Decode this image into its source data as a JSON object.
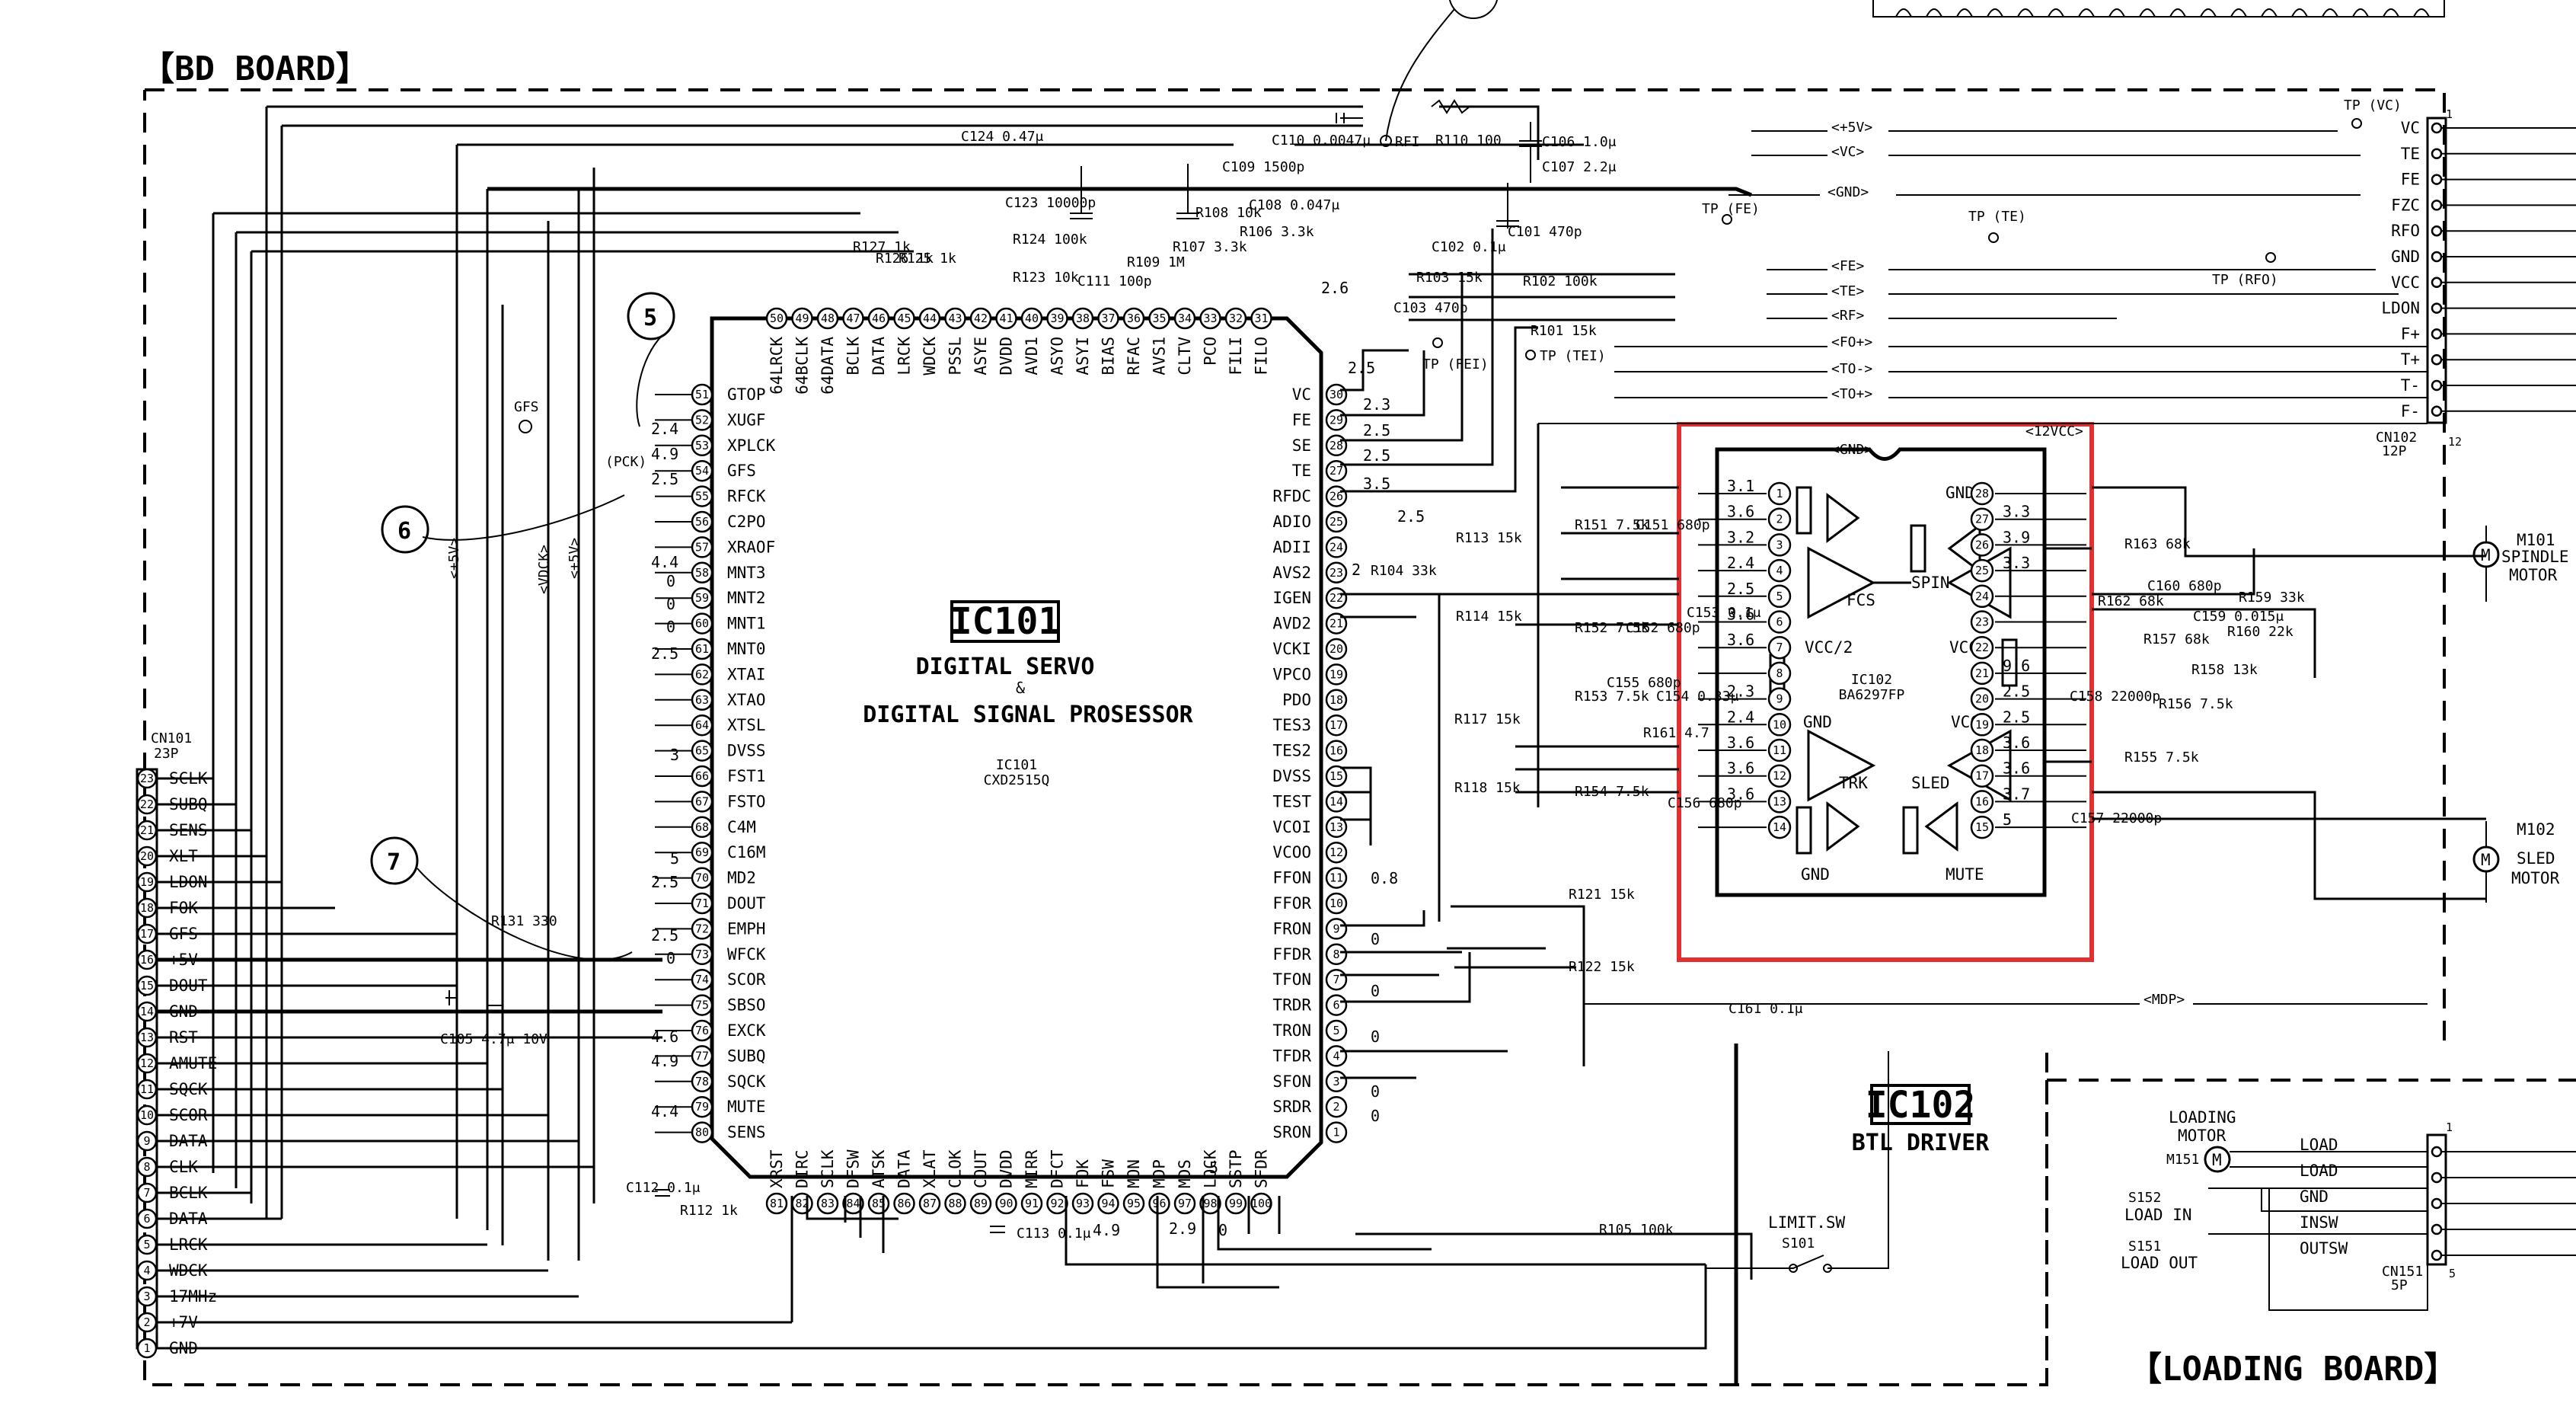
{
  "boards": {
    "bd": "【BD BOARD】",
    "loading": "【LOADING BOARD】"
  },
  "ic101": {
    "ref": "IC101",
    "desc1": "DIGITAL SERVO",
    "amp": "&",
    "desc2": "DIGITAL SIGNAL PROSESSOR",
    "sub": "IC101",
    "part": "CXD2515Q",
    "pins_left": [
      "GTOP",
      "XUGF",
      "XPLCK",
      "GFS",
      "RFCK",
      "C2PO",
      "XRAOF",
      "MNT3",
      "MNT2",
      "MNT1",
      "MNT0",
      "XTAI",
      "XTAO",
      "XTSL",
      "DVSS",
      "FST1",
      "FSTO",
      "C4M",
      "C16M",
      "MD2",
      "DOUT",
      "EMPH",
      "WFCK",
      "SCOR",
      "SBSO",
      "EXCK",
      "SUBQ",
      "SQCK",
      "MUTE",
      "SENS"
    ],
    "pins_left_num": [
      "51",
      "52",
      "53",
      "54",
      "55",
      "56",
      "57",
      "58",
      "59",
      "60",
      "61",
      "62",
      "63",
      "64",
      "65",
      "66",
      "67",
      "68",
      "69",
      "70",
      "71",
      "72",
      "73",
      "74",
      "75",
      "76",
      "77",
      "78",
      "79",
      "80"
    ],
    "pins_right": [
      "VC",
      "FE",
      "SE",
      "TE",
      "RFDC",
      "ADIO",
      "ADII",
      "AVS2",
      "IGEN",
      "AVD2",
      "VCKI",
      "VPCO",
      "PDO",
      "TES3",
      "TES2",
      "DVSS",
      "TEST",
      "VCOI",
      "VCOO",
      "FFON",
      "FFOR",
      "FRON",
      "FFDR",
      "TFON",
      "TRDR",
      "TRON",
      "TFDR",
      "SFON",
      "SRDR",
      "SRON"
    ],
    "pins_right_num": [
      "30",
      "29",
      "28",
      "27",
      "26",
      "25",
      "24",
      "23",
      "22",
      "21",
      "20",
      "19",
      "18",
      "17",
      "16",
      "15",
      "14",
      "13",
      "12",
      "11",
      "10",
      "9",
      "8",
      "7",
      "6",
      "5",
      "4",
      "3",
      "2",
      "1"
    ],
    "pins_top": [
      "64LRCK",
      "64BCLK",
      "64DATA",
      "BCLK",
      "DATA",
      "LRCK",
      "WDCK",
      "PSSL",
      "ASYE",
      "DVDD",
      "AVD1",
      "ASYO",
      "ASYI",
      "BIAS",
      "RFAC",
      "AVS1",
      "CLTV",
      "PCO",
      "FILI",
      "FILO"
    ],
    "pins_top_num": [
      "50",
      "49",
      "48",
      "47",
      "46",
      "45",
      "44",
      "43",
      "42",
      "41",
      "40",
      "39",
      "38",
      "37",
      "36",
      "35",
      "34",
      "33",
      "32",
      "31"
    ],
    "pins_bottom": [
      "XRST",
      "DIRC",
      "SCLK",
      "DFSW",
      "ATSK",
      "DATA",
      "XLAT",
      "CLOK",
      "COUT",
      "DVDD",
      "MIRR",
      "DFCT",
      "FOK",
      "FSW",
      "MON",
      "MDP",
      "MDS",
      "LOCK",
      "SSTP",
      "SFDR"
    ],
    "pins_bottom_num": [
      "81",
      "82",
      "83",
      "84",
      "85",
      "86",
      "87",
      "88",
      "89",
      "90",
      "91",
      "92",
      "93",
      "94",
      "95",
      "96",
      "97",
      "98",
      "99",
      "100"
    ]
  },
  "ic102": {
    "ref": "IC102",
    "desc": "BTL DRIVER",
    "sub": "IC102",
    "part": "BA6297FP",
    "labels": {
      "fcs": "FCS",
      "spin": "SPIN",
      "trk": "TRK",
      "sled": "SLED",
      "vcc_half": "VCC/2",
      "vcc": "VCC",
      "gnd": "GND",
      "mute": "MUTE"
    },
    "pins_left_num": [
      "1",
      "2",
      "3",
      "4",
      "5",
      "6",
      "7",
      "8",
      "9",
      "10",
      "11",
      "12",
      "13",
      "14"
    ],
    "pins_right_num": [
      "28",
      "27",
      "26",
      "25",
      "24",
      "23",
      "22",
      "21",
      "20",
      "19",
      "18",
      "17",
      "16",
      "15"
    ],
    "volts_left": [
      "3.1",
      "3.6",
      "3.2",
      "2.4",
      "2.5",
      "3.6",
      "3.6",
      "",
      "2.3",
      "2.4",
      "3.6",
      "3.6",
      "3.6",
      ""
    ],
    "volts_right": [
      "",
      "3.3",
      "3.9",
      "3.3",
      "",
      "",
      "",
      "9.6",
      "2.5",
      "2.5",
      "3.6",
      "3.6",
      "3.7",
      "5"
    ]
  },
  "cn101": {
    "ref": "CN101",
    "size": "23P",
    "pins": [
      "SCLK",
      "SUBQ",
      "SENS",
      "XLT",
      "LDON",
      "FOK",
      "GFS",
      "+5V",
      "DOUT",
      "GND",
      "RST",
      "AMUTE",
      "SQCK",
      "SCOR",
      "DATA",
      "CLK",
      "BCLK",
      "DATA",
      "LRCK",
      "WDCK",
      "17MHz",
      "+7V",
      "GND"
    ],
    "nums": [
      "23",
      "22",
      "21",
      "20",
      "19",
      "18",
      "17",
      "16",
      "15",
      "14",
      "13",
      "12",
      "11",
      "10",
      "9",
      "8",
      "7",
      "6",
      "5",
      "4",
      "3",
      "2",
      "1"
    ]
  },
  "cn102": {
    "ref": "CN102",
    "size": "12P",
    "pins": [
      "VC",
      "TE",
      "FE",
      "FZC",
      "RFO",
      "GND",
      "VCC",
      "LDON",
      "F+",
      "T+",
      "T-",
      "F-"
    ],
    "first": "1",
    "last": "12"
  },
  "cn151": {
    "ref": "CN151",
    "size": "5P",
    "pins": [
      "LOAD",
      "LOAD",
      "GND",
      "INSW",
      "OUTSW"
    ],
    "first": "1",
    "last": "5"
  },
  "motors": {
    "m101": {
      "ref": "M101",
      "name1": "SPINDLE",
      "name2": "MOTOR"
    },
    "m102": {
      "ref": "M102",
      "name1": "SLED",
      "name2": "MOTOR"
    },
    "m151": {
      "name1": "LOADING",
      "name2": "MOTOR",
      "ref": "M151"
    }
  },
  "switches": {
    "limit": {
      "name": "LIMIT.SW",
      "ref": "S101"
    },
    "s152": {
      "ref": "S152",
      "name": "LOAD IN"
    },
    "s151": {
      "ref": "S151",
      "name": "LOAD OUT"
    }
  },
  "nets": [
    "<+5V>",
    "<VC>",
    "<GND>",
    "<FE>",
    "<TE>",
    "<RF>",
    "<FO+>",
    "<TO->",
    "<TO+>",
    "<GND>",
    "<12VCC>",
    "<MDP>"
  ],
  "testpoints": [
    "TP (VC)",
    "TP (FE)",
    "TP (TE)",
    "TP (RFO)",
    "TP (FEI)",
    "TP (TEI)",
    "RFI"
  ],
  "signals_vert": [
    "<+5V>",
    "<VDCK>",
    "<+5V>"
  ],
  "gfs_label": "GFS",
  "pck_label": "(PCK)",
  "markers": [
    "5",
    "6",
    "7"
  ],
  "components": [
    "C124 0.47μ",
    "C123 10000p",
    "R124 100k",
    "R123 10k",
    "C111 100p",
    "R109 1M",
    "C109 1500p",
    "R108 10k",
    "R107 3.3k",
    "C108 0.047μ",
    "R106 3.3k",
    "C110 0.0047μ",
    "R110 100",
    "C106 1.0μ",
    "C107 2.2μ",
    "C103 470p",
    "C102 0.1μ",
    "C101 470p",
    "R103 15k",
    "R102 100k",
    "R101 15k",
    "R127 1k",
    "R126 1k",
    "R125 1k",
    "R104 33k",
    "R113 15k",
    "R114 15k",
    "R117 15k",
    "R118 15k",
    "R121 15k",
    "R122 15k",
    "R131 330",
    "C105 4.7μ 10V",
    "C112 0.1μ",
    "R112 1k",
    "C113 0.1μ",
    "R105 100k",
    "C161 0.1μ",
    "R151 7.5k",
    "C151 680p",
    "R152 7.5k",
    "C152 680p",
    "R153 7.5k",
    "C153 0.1μ",
    "C155 680p",
    "C154 0.33μ",
    "R161 4.7",
    "R154 7.5k",
    "C156 680p",
    "R163 68k",
    "C160 680p",
    "R162 68k",
    "R157 68k",
    "C159 0.015μ",
    "R158 13k",
    "R159 33k",
    "R160 22k",
    "R156 7.5k",
    "C158 22000p",
    "R155 7.5k",
    "C157 22000p"
  ],
  "volts_ic101": [
    "2.5",
    "2.3",
    "2.5",
    "2.5",
    "3.5",
    "2.5",
    "2",
    "2.4",
    "4.9",
    "2.5",
    "4.4",
    "0",
    "0",
    "0",
    "2.5",
    "3",
    "5",
    "2.5",
    "2.5",
    "0",
    "4.6",
    "4.9",
    "4.4",
    "0.8",
    "0",
    "0",
    "0",
    "0",
    "0",
    "4.9",
    "2.9",
    "0",
    "5",
    "2.6"
  ]
}
